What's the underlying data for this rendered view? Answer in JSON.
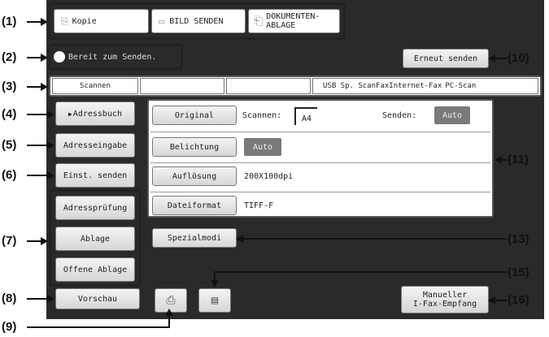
{
  "callouts": [
    "(1)",
    "(2)",
    "(3)",
    "(4)",
    "(5)",
    "(6)",
    "(7)",
    "(8)",
    "(9)",
    "(10)",
    "(11)",
    "(13)",
    "(15)",
    "(16)"
  ],
  "mode_tabs": {
    "copy": "Kopie",
    "image_send": "BILD SENDEN",
    "doc_filing_line1": "DOKUMENTEN-",
    "doc_filing_line2": "ABLAGE"
  },
  "status": "Bereit zum Senden.",
  "resend": "Erneut senden",
  "scan_tabs": {
    "scan": "Scannen",
    "usb": "USB Sp. Scan",
    "fax": "Fax",
    "ifax": "Internet-Fax",
    "pc": "PC-Scan"
  },
  "left_buttons": {
    "address_book": "Adressbuch",
    "address_entry": "Adresseingabe",
    "send_settings": "Einst. senden",
    "address_review": "Adressprüfung",
    "filing": "Ablage",
    "quick_file": "Offene Ablage",
    "preview": "Vorschau"
  },
  "settings": {
    "original_button": "Original",
    "scan_label": "Scannen:",
    "scan_size": "A4",
    "send_label": "Senden:",
    "send_value": "Auto",
    "exposure_button": "Belichtung",
    "exposure_value": "Auto",
    "resolution_button": "Auflösung",
    "resolution_value": "200X100dpi",
    "format_button": "Dateiformat",
    "format_value": "TIFF-F",
    "special_modes": "Spezialmodi"
  },
  "manual_ifax_line1": "Manueller",
  "manual_ifax_line2": "I-Fax-Empfang",
  "colors": {
    "screen_bg": "#2a2a2a",
    "highlight": "#7a7a7a",
    "callout": "#111111"
  },
  "icons": [
    "copy-icon",
    "image-send-icon",
    "document-filing-icon",
    "status-icon",
    "address-control-icon",
    "address-review-icon"
  ]
}
